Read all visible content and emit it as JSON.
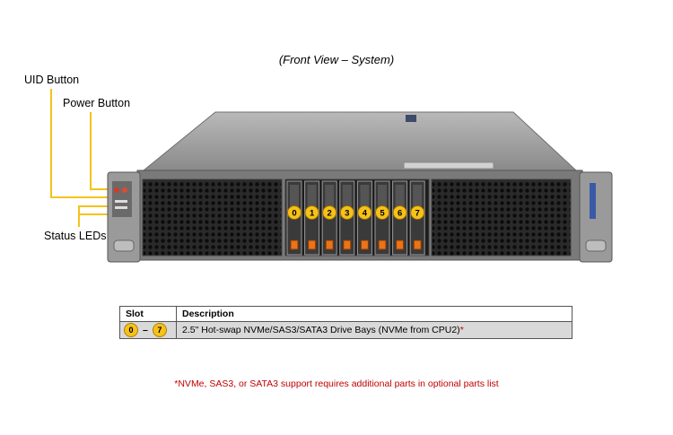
{
  "view_title": "(Front View – System)",
  "callouts": {
    "uid_button": "UID Button",
    "power_button": "Power Button",
    "status_leds": "Status LEDs"
  },
  "drive_bays": [
    {
      "slot": "0"
    },
    {
      "slot": "1"
    },
    {
      "slot": "2"
    },
    {
      "slot": "3"
    },
    {
      "slot": "4"
    },
    {
      "slot": "5"
    },
    {
      "slot": "6"
    },
    {
      "slot": "7"
    }
  ],
  "table": {
    "headers": [
      "Slot",
      "Description"
    ],
    "rows": [
      {
        "slot_start": "0",
        "dash": "–",
        "slot_end": "7",
        "description": "2.5\" Hot-swap NVMe/SAS3/SATA3 Drive Bays (NVMe from CPU2)",
        "marker": "*"
      }
    ]
  },
  "footnote": "*NVMe, SAS3, or SATA3 support requires additional parts in optional parts list",
  "colors": {
    "callout": "#f6c21a",
    "footnote": "#c00000",
    "drive_tab": "#e8741c"
  }
}
